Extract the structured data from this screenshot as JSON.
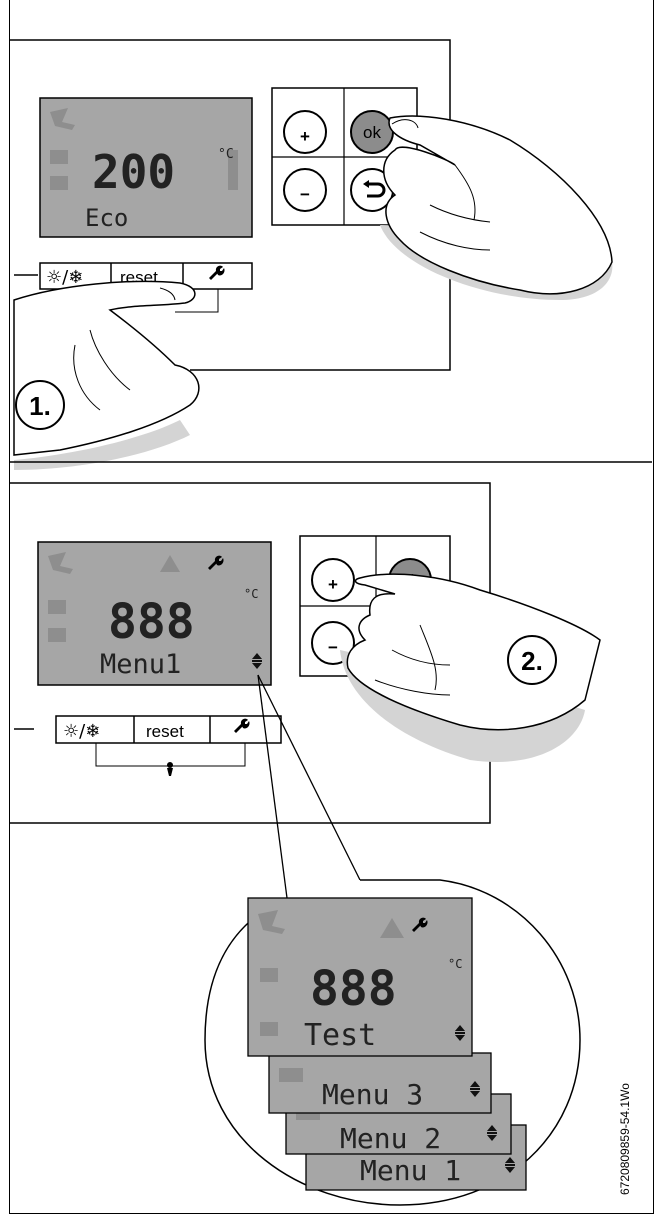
{
  "step1": {
    "step_label": "1.",
    "display": {
      "temperature": "200",
      "unit": "°C",
      "mode": "Eco"
    },
    "buttons": {
      "plus": "+",
      "minus": "−",
      "ok": "ok",
      "reset": "reset"
    }
  },
  "step2": {
    "step_label": "2.",
    "display": {
      "digits": "888",
      "unit": "°C",
      "menu_text": "Menu1"
    },
    "buttons": {
      "plus": "+",
      "minus": "−",
      "ok": "ok",
      "reset": "reset"
    }
  },
  "zoom": {
    "screens": [
      {
        "text": "Test"
      },
      {
        "text": "Menu 3"
      },
      {
        "text": "Menu 2"
      },
      {
        "text": "Menu 1"
      }
    ],
    "digits": "888",
    "unit": "°C"
  },
  "doc_id": "6720809859-54.1Wo",
  "colors": {
    "lcd": "#a6a6a6",
    "lcd_dim": "#8e8e8e",
    "ok_button": "#8c8c8c",
    "hand_shadow": "#d4d4d4"
  },
  "icons": [
    "wrench-icon",
    "sun-snowflake-icon",
    "chimney-sweep-icon",
    "up-down-arrow-icon",
    "back-arrow-icon"
  ]
}
